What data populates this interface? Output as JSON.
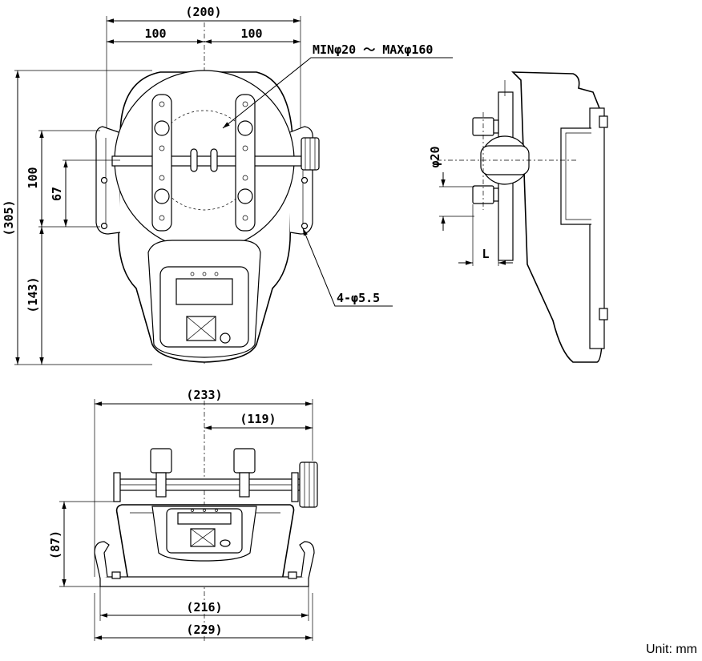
{
  "drawing": {
    "unit_label": "Unit: mm",
    "front_view": {
      "width_overall": "(200)",
      "half_left": "100",
      "half_right": "100",
      "clamp_range": "MINφ20 ～ MAXφ160",
      "height_overall": "(305)",
      "hole_pitch_v": "100",
      "center_height": "67",
      "lower_height": "(143)",
      "mount_holes": "4-φ5.5"
    },
    "side_view": {
      "post_diameter": "φ20",
      "offset_label": "L"
    },
    "bottom_view": {
      "width_overall": "(233)",
      "half_width": "(119)",
      "height": "(87)",
      "base_width": "(216)",
      "foot_width": "(229)"
    }
  }
}
